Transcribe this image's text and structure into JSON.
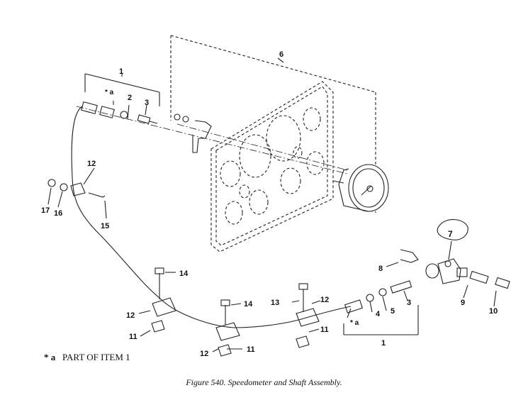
{
  "callouts": {
    "c1_top": "1",
    "c1_bottom": "1",
    "c2_top": "2",
    "c3_top": "3",
    "c3_bottom": "3",
    "c4": "4",
    "c5": "5",
    "c6": "6",
    "c7": "7",
    "c8": "8",
    "c9": "9",
    "c10": "10",
    "c11_left": "11",
    "c11_mid": "11",
    "c11_right": "11",
    "c12_top": "12",
    "c12_left": "12",
    "c12_mid": "12",
    "c12_right": "12",
    "c13": "13",
    "c14_left": "14",
    "c14_mid": "14",
    "c15": "15",
    "c16": "16",
    "c17": "17",
    "star_a_top": "* a",
    "star_a_bottom": "* a"
  },
  "legend": {
    "marker": "* a",
    "text": "PART OF ITEM 1"
  },
  "caption": "Figure 540. Speedometer and Shaft Assembly."
}
